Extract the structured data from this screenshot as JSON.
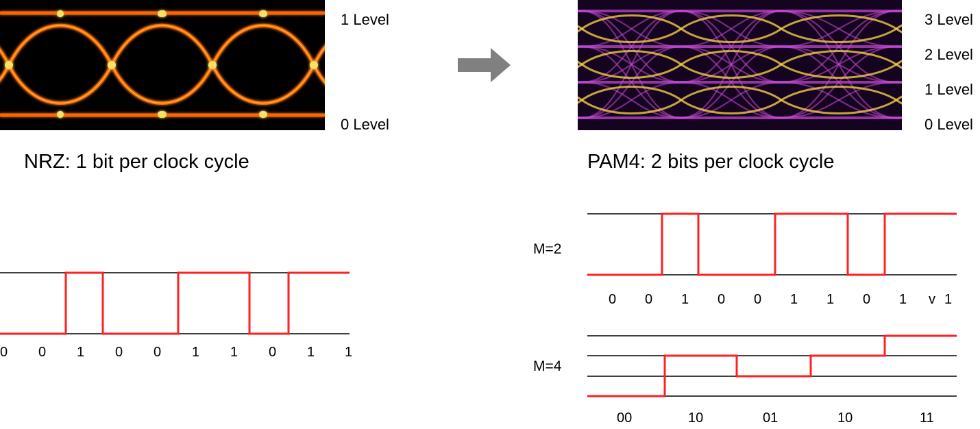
{
  "nrz": {
    "eye_levels": [
      "1 Level",
      "0 Level"
    ],
    "caption": "NRZ: 1 bit per clock cycle",
    "bits": [
      "0",
      "0",
      "1",
      "0",
      "0",
      "1",
      "1",
      "0",
      "1",
      "1"
    ],
    "signal_levels": [
      0,
      0,
      1,
      0,
      0,
      1,
      1,
      0,
      1,
      1
    ]
  },
  "pam4": {
    "eye_levels": [
      "3 Level",
      "2 Level",
      "1 Level",
      "0 Level"
    ],
    "caption": "PAM4: 2 bits per clock cycle",
    "m2": {
      "label": "M=2",
      "bits": [
        "0",
        "0",
        "1",
        "0",
        "0",
        "1",
        "1",
        "0",
        "1",
        "v",
        "1"
      ],
      "signal_levels": [
        0,
        0,
        1,
        0,
        0,
        1,
        1,
        0,
        1,
        1
      ]
    },
    "m4": {
      "label": "M=4",
      "symbols": [
        "00",
        "10",
        "01",
        "10",
        "11"
      ],
      "signal_levels": [
        0,
        2,
        1,
        2,
        3
      ]
    }
  },
  "colors": {
    "signal": "#ff2020",
    "rail": "#000000",
    "arrow": "#808080",
    "nrz_eye_trace": "#ff6a00",
    "nrz_eye_hot": "#ffe066",
    "pam4_eye_bg": "#15041f",
    "pam4_eye_trace": "#c94bd8",
    "pam4_eye_hot": "#ffd84a"
  },
  "icons": {
    "arrow": "right-arrow-icon"
  }
}
